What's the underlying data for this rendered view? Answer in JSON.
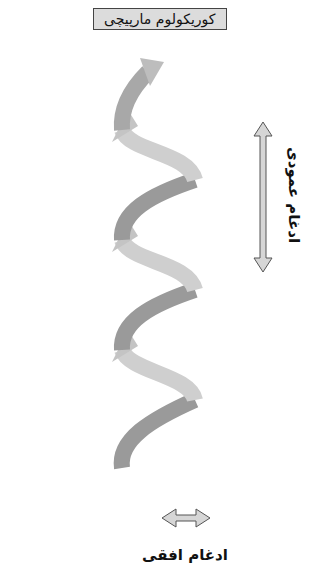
{
  "diagram": {
    "title": "کوریکولوم مارپیچی",
    "labels": [
      "ادغام عمودی",
      "ادغام افقی"
    ]
  }
}
